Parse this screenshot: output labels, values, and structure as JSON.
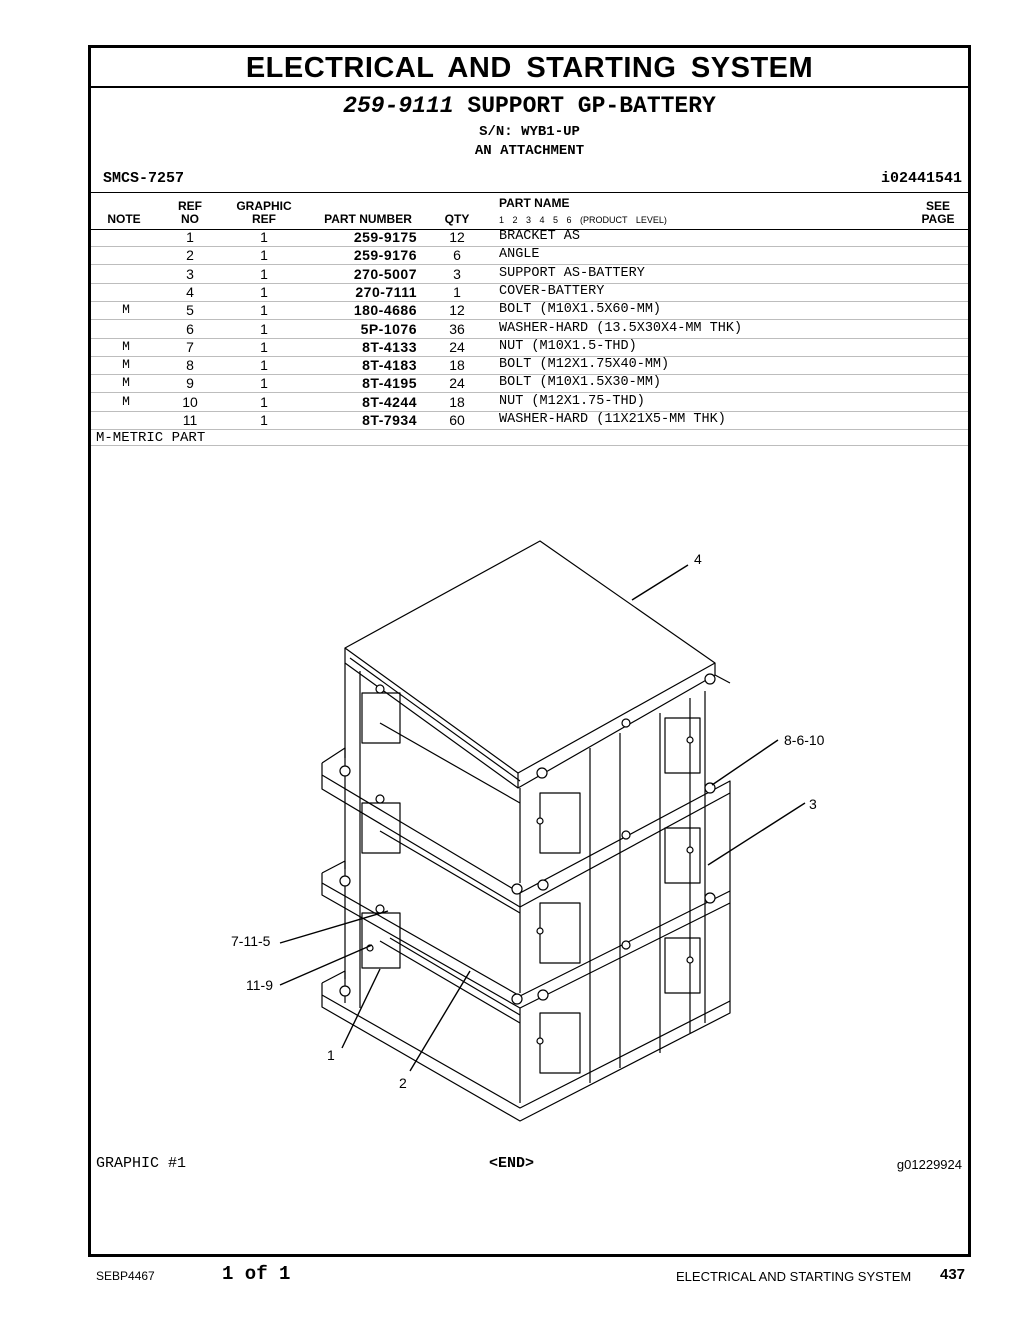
{
  "header": {
    "section_title": "ELECTRICAL AND STARTING SYSTEM",
    "group_number": "259-9111",
    "group_name": "SUPPORT GP-BATTERY",
    "serial": "S/N: WYB1-UP",
    "attachment": "AN ATTACHMENT",
    "smcs": "SMCS-7257",
    "ident": "i02441541"
  },
  "table": {
    "headers": {
      "note": "NOTE",
      "ref_1": "REF",
      "ref_2": "NO",
      "gref_1": "GRAPHIC",
      "gref_2": "REF",
      "part_number": "PART NUMBER",
      "qty": "QTY",
      "part_name": "PART NAME",
      "levels": "1 2 3 4 5 6 (PRODUCT LEVEL)",
      "see_1": "SEE",
      "see_2": "PAGE"
    },
    "rows": [
      {
        "note": "",
        "ref": "1",
        "gref": "1",
        "pn": "259-9175",
        "qty": "12",
        "name": "BRACKET AS"
      },
      {
        "note": "",
        "ref": "2",
        "gref": "1",
        "pn": "259-9176",
        "qty": "6",
        "name": "ANGLE"
      },
      {
        "note": "",
        "ref": "3",
        "gref": "1",
        "pn": "270-5007",
        "qty": "3",
        "name": "SUPPORT AS-BATTERY"
      },
      {
        "note": "",
        "ref": "4",
        "gref": "1",
        "pn": "270-7111",
        "qty": "1",
        "name": "COVER-BATTERY"
      },
      {
        "note": "M",
        "ref": "5",
        "gref": "1",
        "pn": "180-4686",
        "qty": "12",
        "name": "BOLT (M10X1.5X60-MM)"
      },
      {
        "note": "",
        "ref": "6",
        "gref": "1",
        "pn": "5P-1076",
        "qty": "36",
        "name": "WASHER-HARD (13.5X30X4-MM THK)"
      },
      {
        "note": "M",
        "ref": "7",
        "gref": "1",
        "pn": "8T-4133",
        "qty": "24",
        "name": "NUT (M10X1.5-THD)"
      },
      {
        "note": "M",
        "ref": "8",
        "gref": "1",
        "pn": "8T-4183",
        "qty": "18",
        "name": "BOLT (M12X1.75X40-MM)"
      },
      {
        "note": "M",
        "ref": "9",
        "gref": "1",
        "pn": "8T-4195",
        "qty": "24",
        "name": "BOLT (M10X1.5X30-MM)"
      },
      {
        "note": "M",
        "ref": "10",
        "gref": "1",
        "pn": "8T-4244",
        "qty": "18",
        "name": "NUT (M12X1.75-THD)"
      },
      {
        "note": "",
        "ref": "11",
        "gref": "1",
        "pn": "8T-7934",
        "qty": "60",
        "name": "WASHER-HARD (11X21X5-MM THK)"
      }
    ],
    "footnote": "M-METRIC PART"
  },
  "graphic": {
    "callouts": [
      "4",
      "8-6-10",
      "3",
      "7-11-5",
      "11-9",
      "1",
      "2"
    ],
    "label": "GRAPHIC #1",
    "end": "<END>",
    "graphic_id": "g01229924"
  },
  "footer": {
    "doc": "SEBP4467",
    "page_of": "1 of 1",
    "section": "ELECTRICAL AND STARTING SYSTEM",
    "page": "437"
  }
}
